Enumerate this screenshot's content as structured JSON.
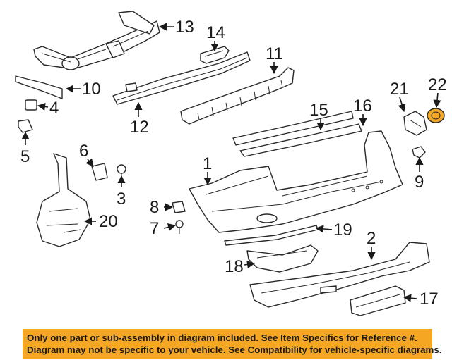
{
  "callouts": {
    "c1": "1",
    "c2": "2",
    "c3": "3",
    "c4": "4",
    "c5": "5",
    "c6": "6",
    "c7": "7",
    "c8": "8",
    "c9": "9",
    "c10": "10",
    "c11": "11",
    "c12": "12",
    "c13": "13",
    "c14": "14",
    "c15": "15",
    "c16": "16",
    "c17": "17",
    "c18": "18",
    "c19": "19",
    "c20": "20",
    "c21": "21",
    "c22": "22"
  },
  "highlight_color": "#f5a623",
  "notice": {
    "line1": "Only one part or sub-assembly in diagram included. See Item Specifics for Reference #.",
    "line2": "Diagram may not be specific to your vehicle. See Compatibility for vehicle-specific diagrams."
  }
}
